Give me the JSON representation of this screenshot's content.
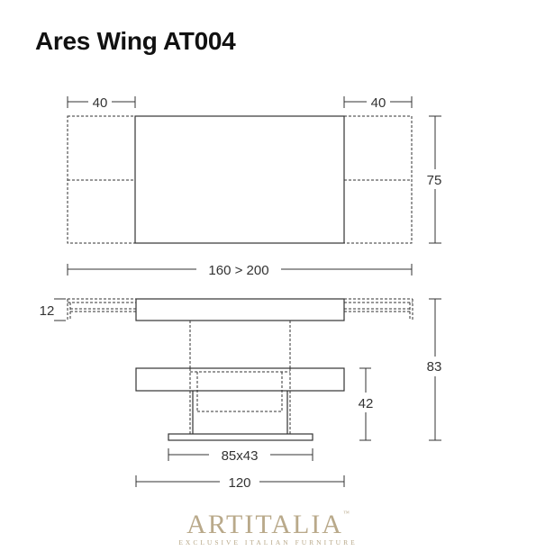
{
  "title": "Ares Wing AT004",
  "dimensions": {
    "leaf_left": "40",
    "leaf_right": "40",
    "depth": "75",
    "length": "160 > 200",
    "top_thickness": "12",
    "height_max": "83",
    "height_min": "42",
    "base": "85x43",
    "lower_width": "120"
  },
  "logo": {
    "name_part1": "ART",
    "name_part2": "ITALIA",
    "trademark": "™",
    "tagline": "EXCLUSIVE ITALIAN FURNITURE"
  },
  "colors": {
    "line": "#333333",
    "logo": "#b9a98a"
  }
}
